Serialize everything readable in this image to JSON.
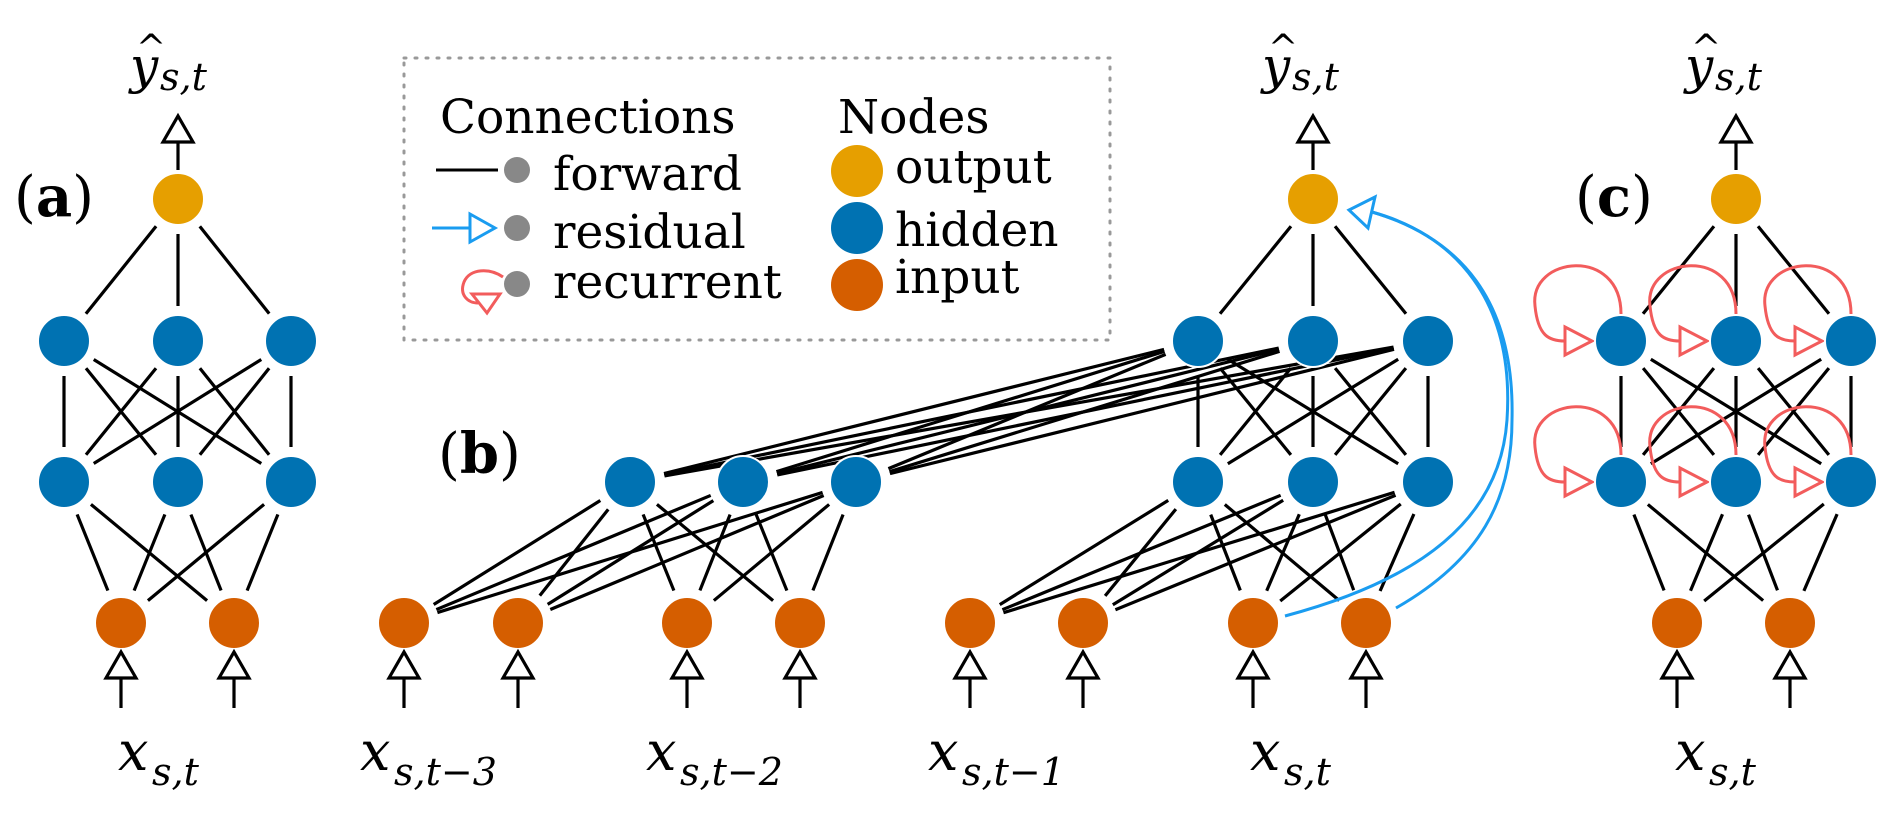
{
  "figure": {
    "panels": [
      {
        "id": "a",
        "label_open": "(",
        "label_letter": "a",
        "label_close": ")"
      },
      {
        "id": "b",
        "label_open": "(",
        "label_letter": "b",
        "label_close": ")"
      },
      {
        "id": "c",
        "label_open": "(",
        "label_letter": "c",
        "label_close": ")"
      }
    ],
    "output_label": {
      "base": "y",
      "hat": "^",
      "subscript": "s,t"
    },
    "input_labels": {
      "a": {
        "base": "x",
        "subscript": "s,t"
      },
      "b_t3": {
        "base": "x",
        "subscript": "s,t−3"
      },
      "b_t2": {
        "base": "x",
        "subscript": "s,t−2"
      },
      "b_t1": {
        "base": "x",
        "subscript": "s,t−1"
      },
      "b_t": {
        "base": "x",
        "subscript": "s,t"
      },
      "c": {
        "base": "x",
        "subscript": "s,t"
      }
    }
  },
  "legend": {
    "connections_title": "Connections",
    "nodes_title": "Nodes",
    "connections": [
      {
        "key": "forward",
        "label": "forward",
        "icon": "line-icon"
      },
      {
        "key": "residual",
        "label": "residual",
        "icon": "arrow-icon"
      },
      {
        "key": "recurrent",
        "label": "recurrent",
        "icon": "loop-arrow-icon"
      }
    ],
    "nodes": [
      {
        "key": "output",
        "label": "output"
      },
      {
        "key": "hidden",
        "label": "hidden"
      },
      {
        "key": "input",
        "label": "input"
      }
    ]
  },
  "colors": {
    "output": "#E69F00",
    "hidden": "#0072B2",
    "input": "#D55E00",
    "forward": "#000000",
    "residual": "#1A9CF0",
    "recurrent": "#F25C5C",
    "legend_dot": "#888888",
    "legend_border": "#999999"
  },
  "topology": {
    "a": {
      "layers": [
        2,
        3,
        3,
        1
      ],
      "connections": [
        "forward"
      ]
    },
    "b": {
      "time_steps": [
        "t-3",
        "t-2",
        "t-1",
        "t"
      ],
      "inputs_per_step": 2,
      "hidden_per_layer": 3,
      "connections": [
        "forward",
        "residual"
      ]
    },
    "c": {
      "layers": [
        2,
        3,
        3,
        1
      ],
      "connections": [
        "forward",
        "recurrent"
      ]
    }
  }
}
